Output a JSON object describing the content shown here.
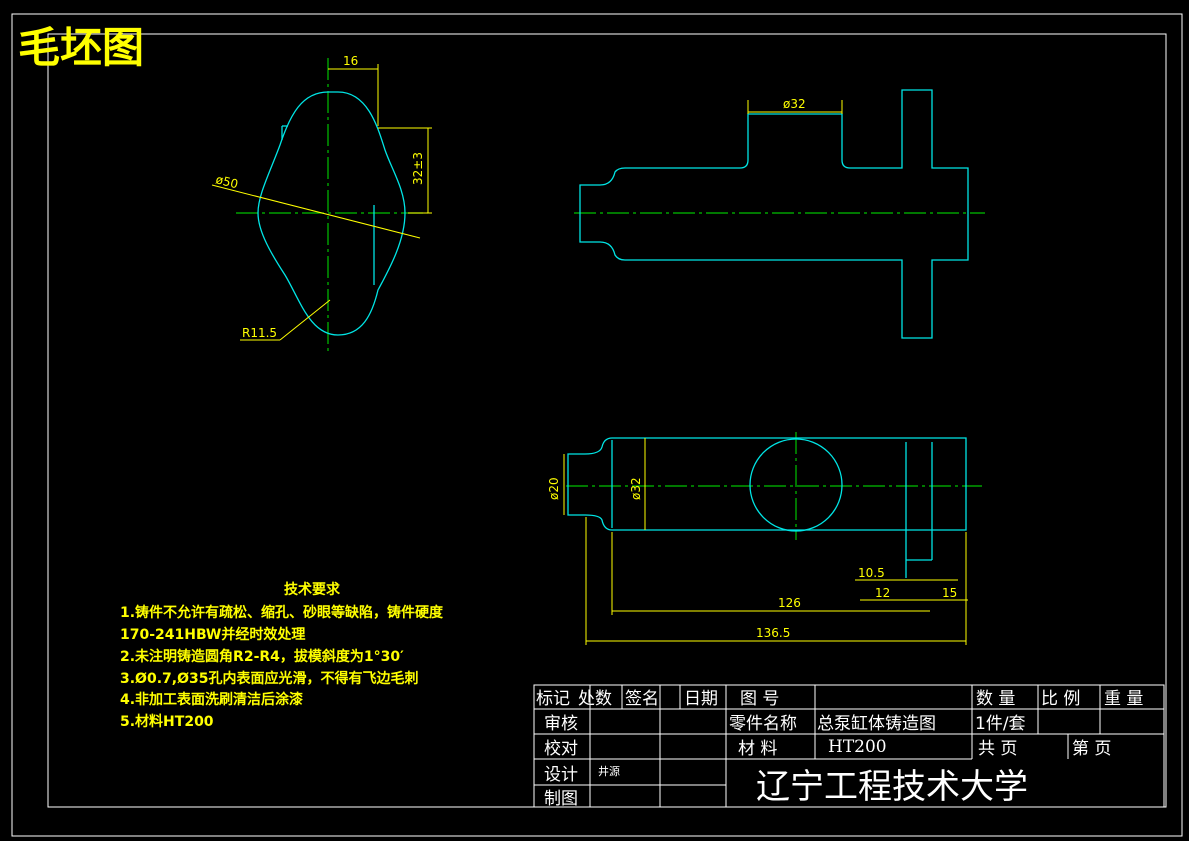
{
  "drawing_title": "毛坯图",
  "views": {
    "side": {
      "dim_width": "16",
      "dim_height": "32±3",
      "dim_diameter": "ø50",
      "dim_radius": "R11.5"
    },
    "front": {
      "dim_diameter": "ø32"
    },
    "top": {
      "dim_dia_small": "ø20",
      "dim_dia_large": "ø32",
      "dim_a": "10.5",
      "dim_b": "12",
      "dim_c": "15",
      "dim_len1": "126",
      "dim_len2": "136.5"
    }
  },
  "tech_requirements": {
    "heading": "技术要求",
    "lines": [
      "1.铸件不允许有疏松、缩孔、砂眼等缺陷，铸件硬度",
      "170-241HBW并经时效处理",
      "2.未注明铸造圆角R2-R4，拔模斜度为1°30′",
      "3.Ø0.7,Ø35孔内表面应光滑，不得有飞边毛刺",
      "4.非加工表面洗刷清洁后涂漆",
      "5.材料HT200"
    ]
  },
  "title_block": {
    "mark": "标记",
    "count": "处数",
    "sign": "签名",
    "date": "日期",
    "drawing_no_label": "图 号",
    "qty_label": "数 量",
    "scale_label": "比 例",
    "weight_label": "重 量",
    "review": "审核",
    "part_name_label": "零件名称",
    "part_name": "总泵缸体铸造图",
    "qty_value": "1件/套",
    "proof": "校对",
    "material_label": "材 料",
    "material": "HT200",
    "total_sheets": "共 页",
    "sheet_no": "第 页",
    "design": "设计",
    "designer": "井源",
    "draw": "制图",
    "school": "辽宁工程技术大学"
  }
}
